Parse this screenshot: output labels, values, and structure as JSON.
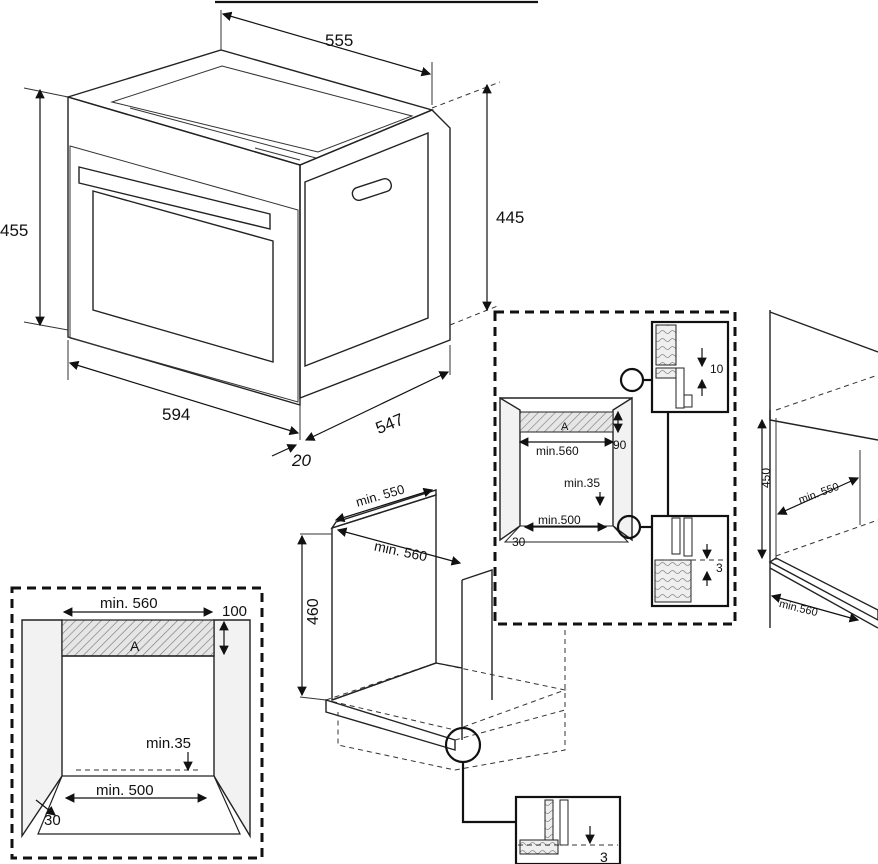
{
  "oven": {
    "depth_top": "555",
    "height_front": "455",
    "height_side": "445",
    "width": "594",
    "depth_side": "547",
    "door": "20"
  },
  "cabinet": {
    "min_width_top": "min. 550",
    "min_width_inner": "min. 560",
    "height": "460"
  },
  "section_bottom": {
    "min_width": "min. 560",
    "top_gap": "100",
    "area_label": "A",
    "min_back": "min.35",
    "min_vent": "min. 500",
    "gap": "30"
  },
  "section_mid": {
    "min_width": "min.560",
    "top_gap": "90",
    "area_label": "A",
    "min_back": "min.35",
    "min_vent": "min.500",
    "gap": "30"
  },
  "details": {
    "top_detail": "10",
    "mid_detail": "3",
    "bottom_detail": "3"
  },
  "right_cabinet": {
    "height": "450",
    "min_depth": "min. 550",
    "min_width": "min.560"
  }
}
